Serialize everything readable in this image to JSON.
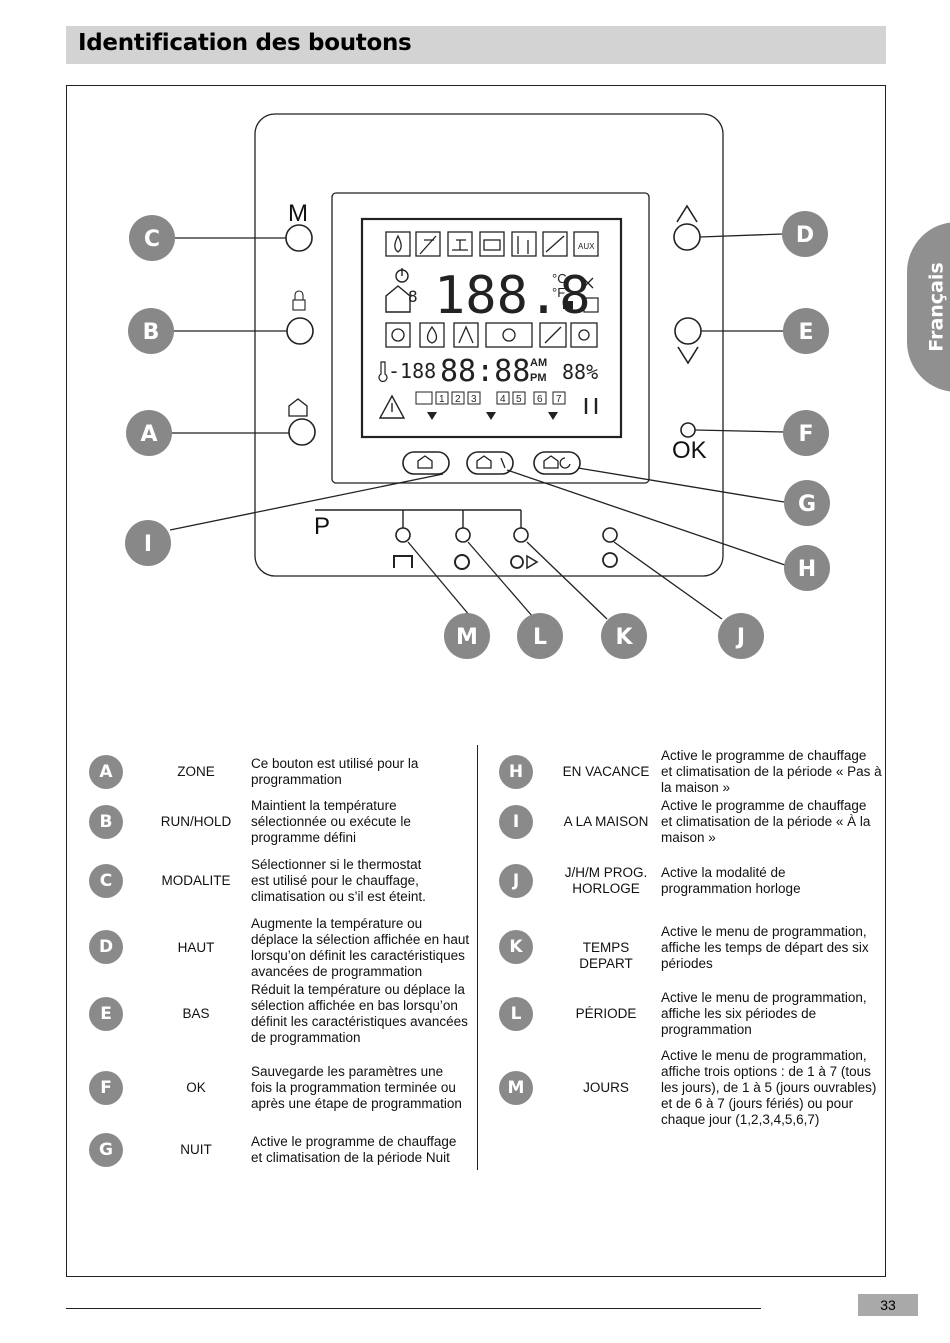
{
  "header": {
    "title": "Identification des boutons"
  },
  "side_tab": {
    "label": "Français"
  },
  "device": {
    "label_m": "M",
    "label_ok": "OK",
    "label_p": "P",
    "lcd": {
      "temp_main": "188.8",
      "unit_c": "°C",
      "unit_f": "°F",
      "zone_digit": "8",
      "small_left": "-188",
      "clock": "88:88",
      "am": "AM",
      "pm": "PM",
      "humidity": "88%",
      "aux": "AUX",
      "days": [
        "1",
        "2",
        "3",
        "4",
        "5",
        "6",
        "7"
      ]
    }
  },
  "callouts": [
    "A",
    "B",
    "C",
    "D",
    "E",
    "F",
    "G",
    "H",
    "I",
    "J",
    "K",
    "L",
    "M"
  ],
  "legend_left": [
    {
      "letter": "A",
      "name": "ZONE",
      "desc": [
        "Ce bouton est utilisé pour la",
        "programmation"
      ]
    },
    {
      "letter": "B",
      "name": "RUN/HOLD",
      "desc": [
        "Maintient la température",
        "sélectionnée ou exécute le",
        "programme défini"
      ]
    },
    {
      "letter": "C",
      "name": "MODALITE",
      "desc": [
        "Sélectionner si le thermostat",
        "est utilisé pour le chauffage,",
        "climatisation ou s’il est éteint."
      ]
    },
    {
      "letter": "D",
      "name": "HAUT",
      "desc": [
        "Augmente la température ou",
        "déplace la sélection affichée en haut",
        "lorsqu’on définit les caractéristiques",
        "avancées de programmation"
      ]
    },
    {
      "letter": "E",
      "name": "BAS",
      "desc": [
        "Réduit la température ou déplace la",
        "sélection affichée en bas lorsqu’on",
        "définit les caractéristiques avancées",
        "de programmation"
      ]
    },
    {
      "letter": "F",
      "name": "OK",
      "desc": [
        "Sauvegarde les paramètres une",
        "fois la programmation terminée ou",
        "après une étape de programmation"
      ]
    },
    {
      "letter": "G",
      "name": "NUIT",
      "desc": [
        "Active le programme de chauffage",
        "et climatisation de la période Nuit"
      ]
    }
  ],
  "legend_right": [
    {
      "letter": "H",
      "name": [
        "EN VACANCE"
      ],
      "desc": [
        "Active le programme de chauffage",
        "et climatisation de la période « Pas à",
        "la maison  »"
      ]
    },
    {
      "letter": "I",
      "name": [
        "A LA MAISON"
      ],
      "desc": [
        "Active le programme de chauffage",
        "et climatisation de la période « À la",
        "maison  »"
      ]
    },
    {
      "letter": "J",
      "name": [
        "J/H/M PROG.",
        "HORLOGE"
      ],
      "desc": [
        "Active la modalité de",
        "programmation horloge"
      ]
    },
    {
      "letter": "K",
      "name": [
        "TEMPS DEPART"
      ],
      "desc": [
        "Active le menu de programmation,",
        "affiche les temps de départ des six",
        "périodes"
      ]
    },
    {
      "letter": "L",
      "name": [
        "PÉRIODE"
      ],
      "desc": [
        "Active le menu de programmation,",
        "affiche les six périodes de",
        "programmation"
      ]
    },
    {
      "letter": "M",
      "name": [
        "JOURS"
      ],
      "desc": [
        "Active le menu de programmation,",
        "affiche trois options : de 1 à 7 (tous",
        "les jours), de 1 à 5 (jours ouvrables)",
        "et de 6 à 7 (jours fériés) ou pour",
        "chaque jour (1,2,3,4,5,6,7)"
      ]
    }
  ],
  "footer": {
    "page_number": "33"
  }
}
